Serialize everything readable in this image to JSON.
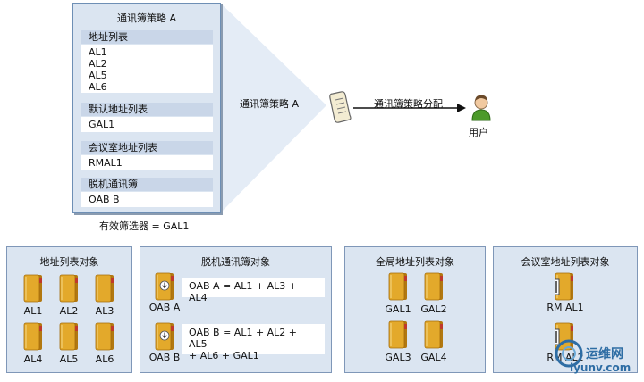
{
  "policy": {
    "title": "通讯簿策略 A",
    "sections": [
      {
        "header": "地址列表",
        "items": [
          "AL1",
          "AL2",
          "AL5",
          "AL6"
        ]
      },
      {
        "header": "默认地址列表",
        "items": [
          "GAL1"
        ]
      },
      {
        "header": "会议室地址列表",
        "items": [
          "RMAL1"
        ]
      },
      {
        "header": "脱机通讯簿",
        "items": [
          "OAB B"
        ]
      }
    ],
    "filter": "有效筛选器 = GAL1"
  },
  "flow": {
    "policy_label": "通讯簿策略 A",
    "assign_label": "通讯簿策略分配",
    "user_label": "用户"
  },
  "groups": {
    "address_lists": {
      "title": "地址列表对象",
      "items": [
        "AL1",
        "AL2",
        "AL3",
        "AL4",
        "AL5",
        "AL6"
      ]
    },
    "oab": {
      "title": "脱机通讯簿对象",
      "items": [
        {
          "name": "OAB A",
          "formula_line1": "OAB A = AL1 + AL3 + AL4",
          "formula_line2": ""
        },
        {
          "name": "OAB B",
          "formula_line1": "OAB B = AL1 + AL2 + AL5",
          "formula_line2": "+ AL6 + GAL1"
        }
      ]
    },
    "gal": {
      "title": "全局地址列表对象",
      "items": [
        "GAL1",
        "GAL2",
        "GAL3",
        "GAL4"
      ]
    },
    "room": {
      "title": "会议室地址列表对象",
      "items": [
        "RM AL1",
        "RM AL2"
      ]
    }
  },
  "watermark": {
    "text": "运维网",
    "url": "iyunv.com"
  },
  "colors": {
    "book": "#e3a92b",
    "book_dark": "#b27810",
    "book_spine": "#c0392b",
    "panel": "#dbe5f1",
    "border": "#6e8fb5"
  }
}
